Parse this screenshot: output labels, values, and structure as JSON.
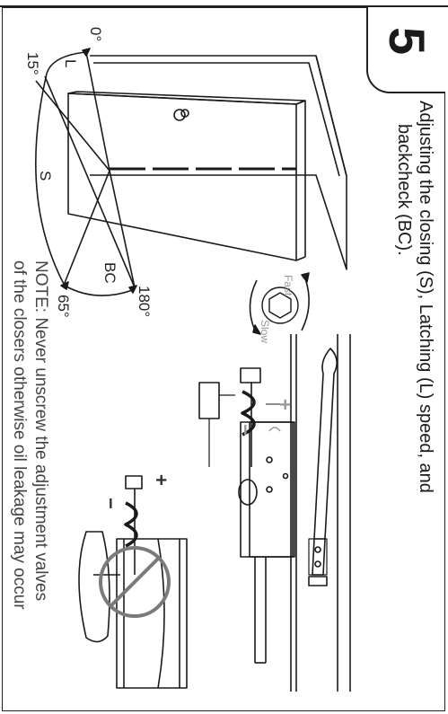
{
  "step": {
    "number": "5",
    "heading_line1": "Adjusting the closing (S), Latching (L) speed, and",
    "heading_line2": "backcheck (BC)."
  },
  "note": {
    "line1": "NOTE: Never unscrew the adjustment valves",
    "line2": "of the closers otherwise oil leakage may occur"
  },
  "diagram": {
    "angle_0": "0°",
    "angle_15": "15°",
    "angle_65": "65°",
    "angle_180": "180°",
    "zone_l": "L",
    "zone_s": "S",
    "zone_bc": "BC"
  },
  "valve": {
    "fast_label": "Fast",
    "slow_label": "Slow",
    "plus": "+",
    "minus": "−"
  },
  "colors": {
    "line": "#1a1a1a",
    "note_text": "#444444",
    "prohibit_gray": "#7a7a7a"
  }
}
